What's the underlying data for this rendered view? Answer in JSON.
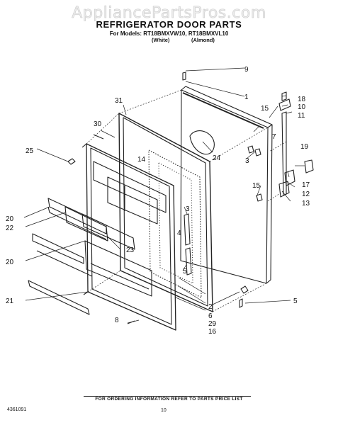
{
  "watermark": "AppliancePartsPros.com",
  "title": "REFRIGERATOR DOOR PARTS",
  "models": "For Models: RT18BMXVW10, RT18BMXVL10",
  "finish_white": "(White)",
  "finish_almond": "(Almond)",
  "footer_note": "FOR ORDERING INFORMATION REFER TO PARTS PRICE LIST",
  "footer_code": "4361091",
  "page_number": "10",
  "callouts": [
    "1",
    "2",
    "3",
    "3",
    "4",
    "5",
    "5",
    "6",
    "7",
    "8",
    "9",
    "10",
    "11",
    "12",
    "13",
    "14",
    "15",
    "15",
    "16",
    "17",
    "18",
    "19",
    "20",
    "20",
    "21",
    "22",
    "23",
    "24",
    "25",
    "29",
    "30",
    "31"
  ]
}
